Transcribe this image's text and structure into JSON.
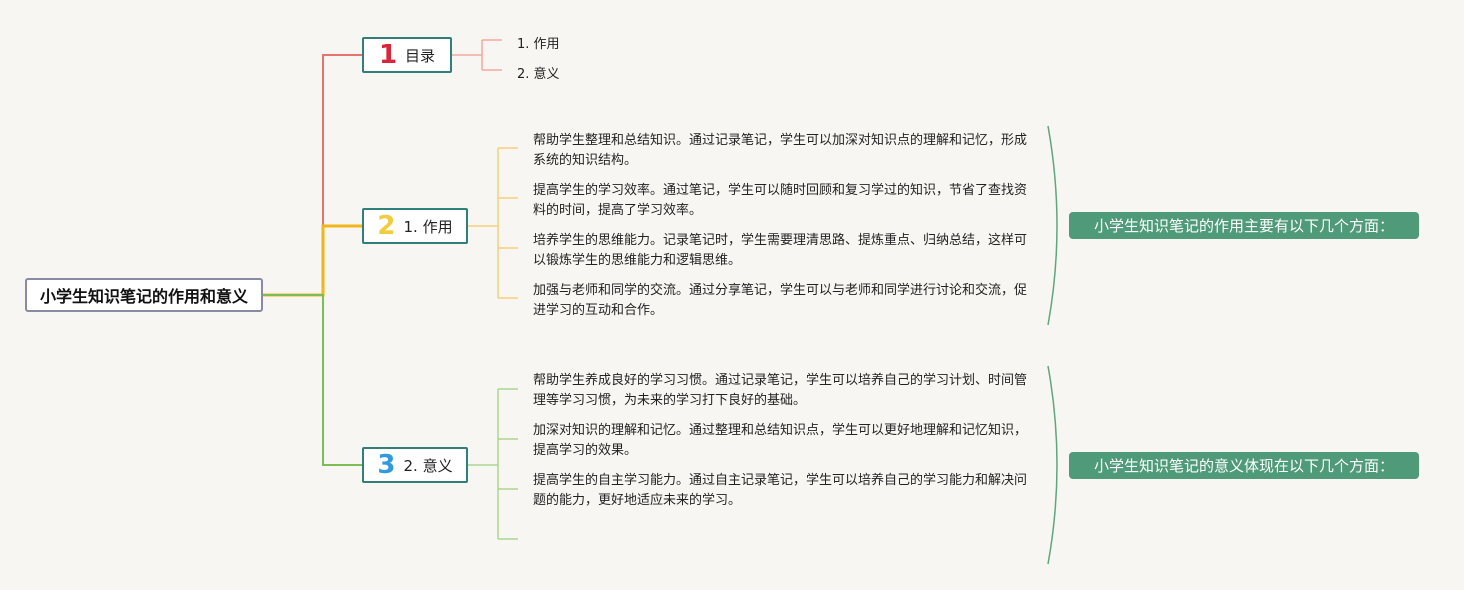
{
  "root": {
    "title": "小学生知识笔记的作用和意义"
  },
  "branches": [
    {
      "number": "1",
      "label": "目录",
      "children": [
        "1. 作用",
        "2. 意义"
      ]
    },
    {
      "number": "2",
      "label": "1. 作用",
      "children": [
        "帮助学生整理和总结知识。通过记录笔记，学生可以加深对知识点的理解和记忆，形成系统的知识结构。",
        "提高学生的学习效率。通过笔记，学生可以随时回顾和复习学过的知识，节省了查找资料的时间，提高了学习效率。",
        "培养学生的思维能力。记录笔记时，学生需要理清思路、提炼重点、归纳总结，这样可以锻炼学生的思维能力和逻辑思维。",
        "加强与老师和同学的交流。通过分享笔记，学生可以与老师和同学进行讨论和交流，促进学习的互动和合作。"
      ],
      "summary": "小学生知识笔记的作用主要有以下几个方面："
    },
    {
      "number": "3",
      "label": "2. 意义",
      "children": [
        "帮助学生养成良好的学习习惯。通过记录笔记，学生可以培养自己的学习计划、时间管理等学习习惯，为未来的学习打下良好的基础。",
        "加深对知识的理解和记忆。通过整理和总结知识点，学生可以更好地理解和记忆知识，提高学习的效果。",
        "提高学生的自主学习能力。通过自主记录笔记，学生可以培养自己的学习能力和解决问题的能力，更好地适应未来的学习。"
      ],
      "summary": "小学生知识笔记的意义体现在以下几个方面："
    }
  ],
  "colors": {
    "branch1": "#e8756b",
    "branch2": "#f2b51c",
    "branch3": "#7cbd55",
    "leaf1": "#f2a89e",
    "leaf2": "#f5cf7a",
    "leaf3": "#a9d68e",
    "brace": "#5fa67d",
    "summary_bg": "#4f9a78"
  }
}
